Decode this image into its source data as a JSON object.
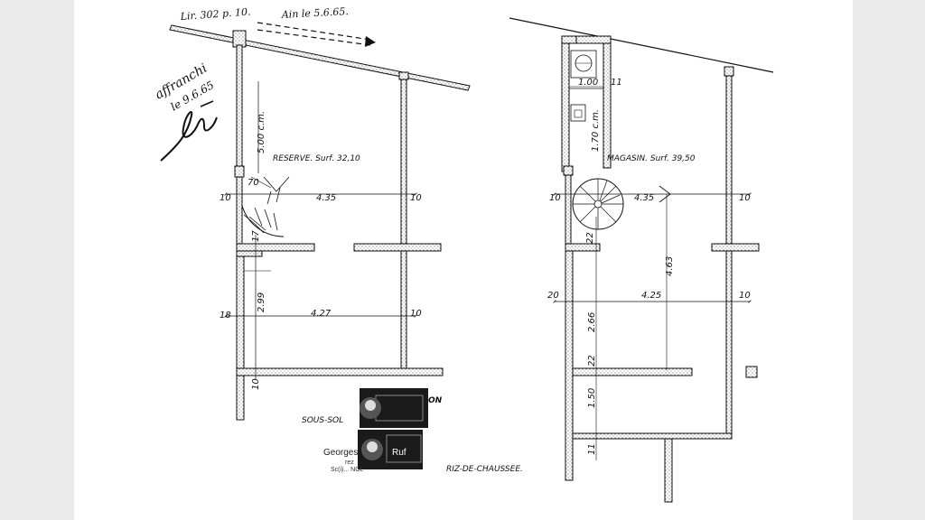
{
  "annotations": {
    "reference": "Lir. 302 p. 10.",
    "place_date": "Ain le 5.6.65.",
    "affranchi_line1": "affranchi",
    "affranchi_line2": "le 9.6.65"
  },
  "left_plan": {
    "room_label": "RESERVE. Surf. 32,10",
    "floor_label": "SOUS-SOL",
    "dims": {
      "height_upper": "5.00 c.m.",
      "width_upper": "4.35",
      "left_wall_upper": "10",
      "right_wall_upper": "10",
      "stair_small": "70",
      "stair_mark": "17",
      "height_lower": "2.99",
      "width_lower": "4.27",
      "left_wall_lower": "18",
      "right_wall_lower": "10",
      "bottom_wall": "10"
    }
  },
  "right_plan": {
    "room_label": "MAGASIN. Surf. 39,50",
    "floor_label": "RIZ-DE-CHAUSSEE.",
    "dims": {
      "closet_width": "1.00",
      "closet_right": "11",
      "closet_height": "1.70 c.m.",
      "width_upper": "4.35",
      "left_wall_upper": "10",
      "right_wall_upper": "10",
      "wall_22_upper": "22",
      "height_mid": "4.63",
      "width_lower": "4.25",
      "left_wall_lower": "20",
      "right_wall_lower": "10",
      "height_lower": "2.66",
      "wall_22_lower": "22",
      "height_bottom": "1.50",
      "bottom_wall": "11"
    }
  },
  "stamps": {
    "stamp_text": "ON",
    "name": "Georges",
    "name_suffix": "Ruf",
    "line2": "rez",
    "line3": "Sc(i)... NOL"
  }
}
